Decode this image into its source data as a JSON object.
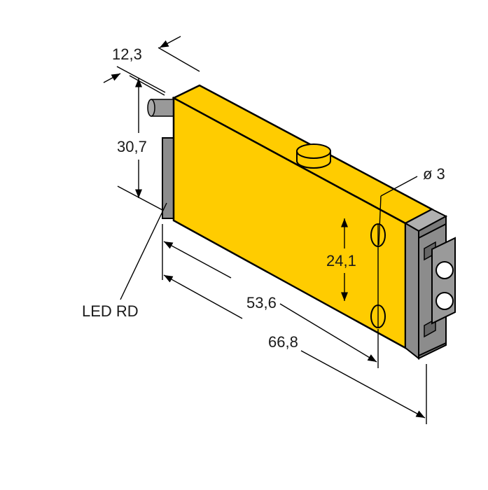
{
  "dimensions": {
    "depth": "12,3",
    "height": "30,7",
    "hole_diameter": "ø 3",
    "hole_spacing": "24,1",
    "length_body": "53,6",
    "length_total": "66,8"
  },
  "labels": {
    "led": "LED RD"
  },
  "colors": {
    "body": "#FFCC00",
    "connector": "#8C8C8C",
    "outline": "#000000"
  }
}
